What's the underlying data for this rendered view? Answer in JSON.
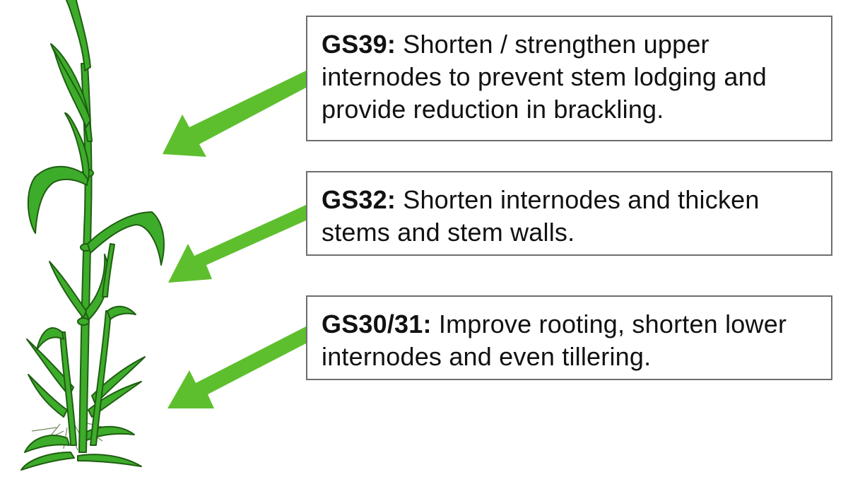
{
  "colors": {
    "plant_green": "#3dac2a",
    "plant_outline": "#1f5e12",
    "arrow_green": "#5ebf2e",
    "box_border": "#6e6e6e",
    "text": "#111111"
  },
  "illustration": {
    "icon": "wheat-plant-icon"
  },
  "callouts": [
    {
      "stage": "GS39:",
      "text": " Shorten / strengthen upper internodes to prevent stem lodging and provide reduction in brackling."
    },
    {
      "stage": "GS32:",
      "text": " Shorten internodes and thicken stems and stem walls."
    },
    {
      "stage": "GS30/31:",
      "text": " Improve rooting, shorten lower internodes and even tillering."
    }
  ]
}
